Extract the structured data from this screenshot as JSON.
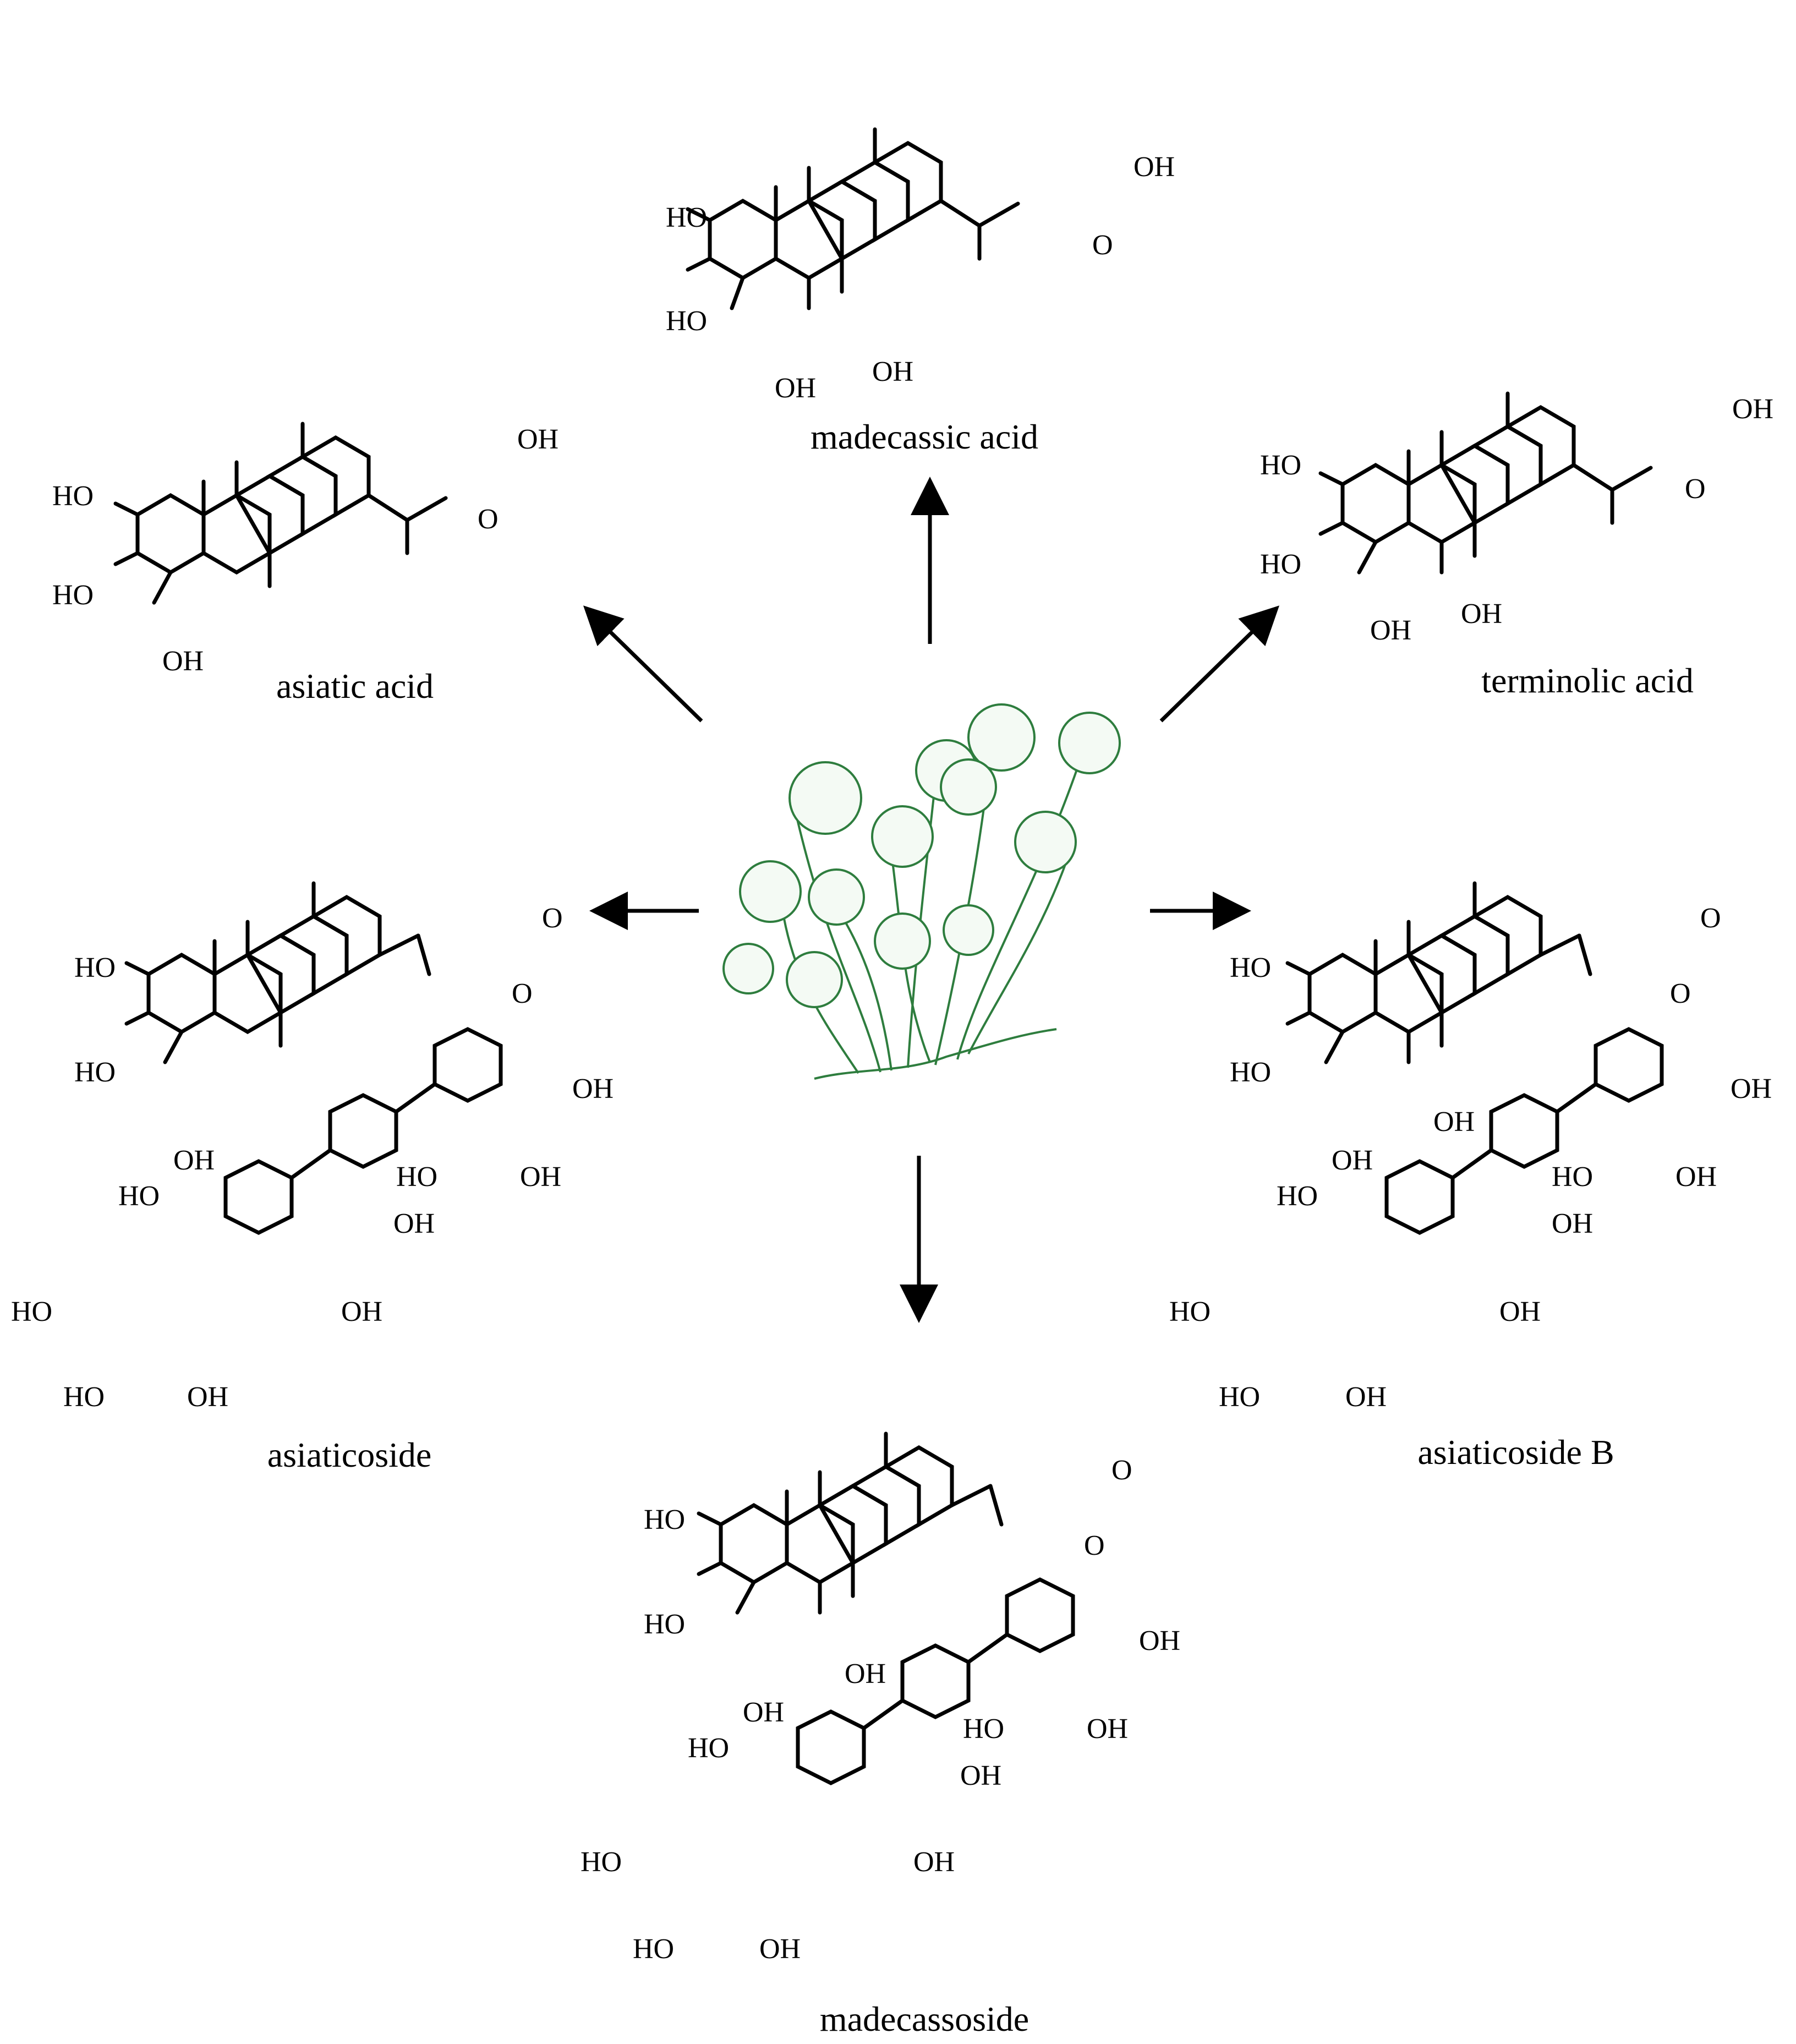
{
  "compounds": {
    "madecassic_acid": "madecassic acid",
    "asiatic_acid": "asiatic acid",
    "terminolic_acid": "terminolic acid",
    "asiaticoside": "asiaticoside",
    "asiaticoside_b": "asiaticoside B",
    "madecassoside": "madecassoside"
  },
  "groups": {
    "ho": "HO",
    "oh": "OH",
    "o": "O"
  },
  "icons": {
    "center": "centella-plant-icon"
  },
  "colors": {
    "plant": "#2e7d3e"
  }
}
